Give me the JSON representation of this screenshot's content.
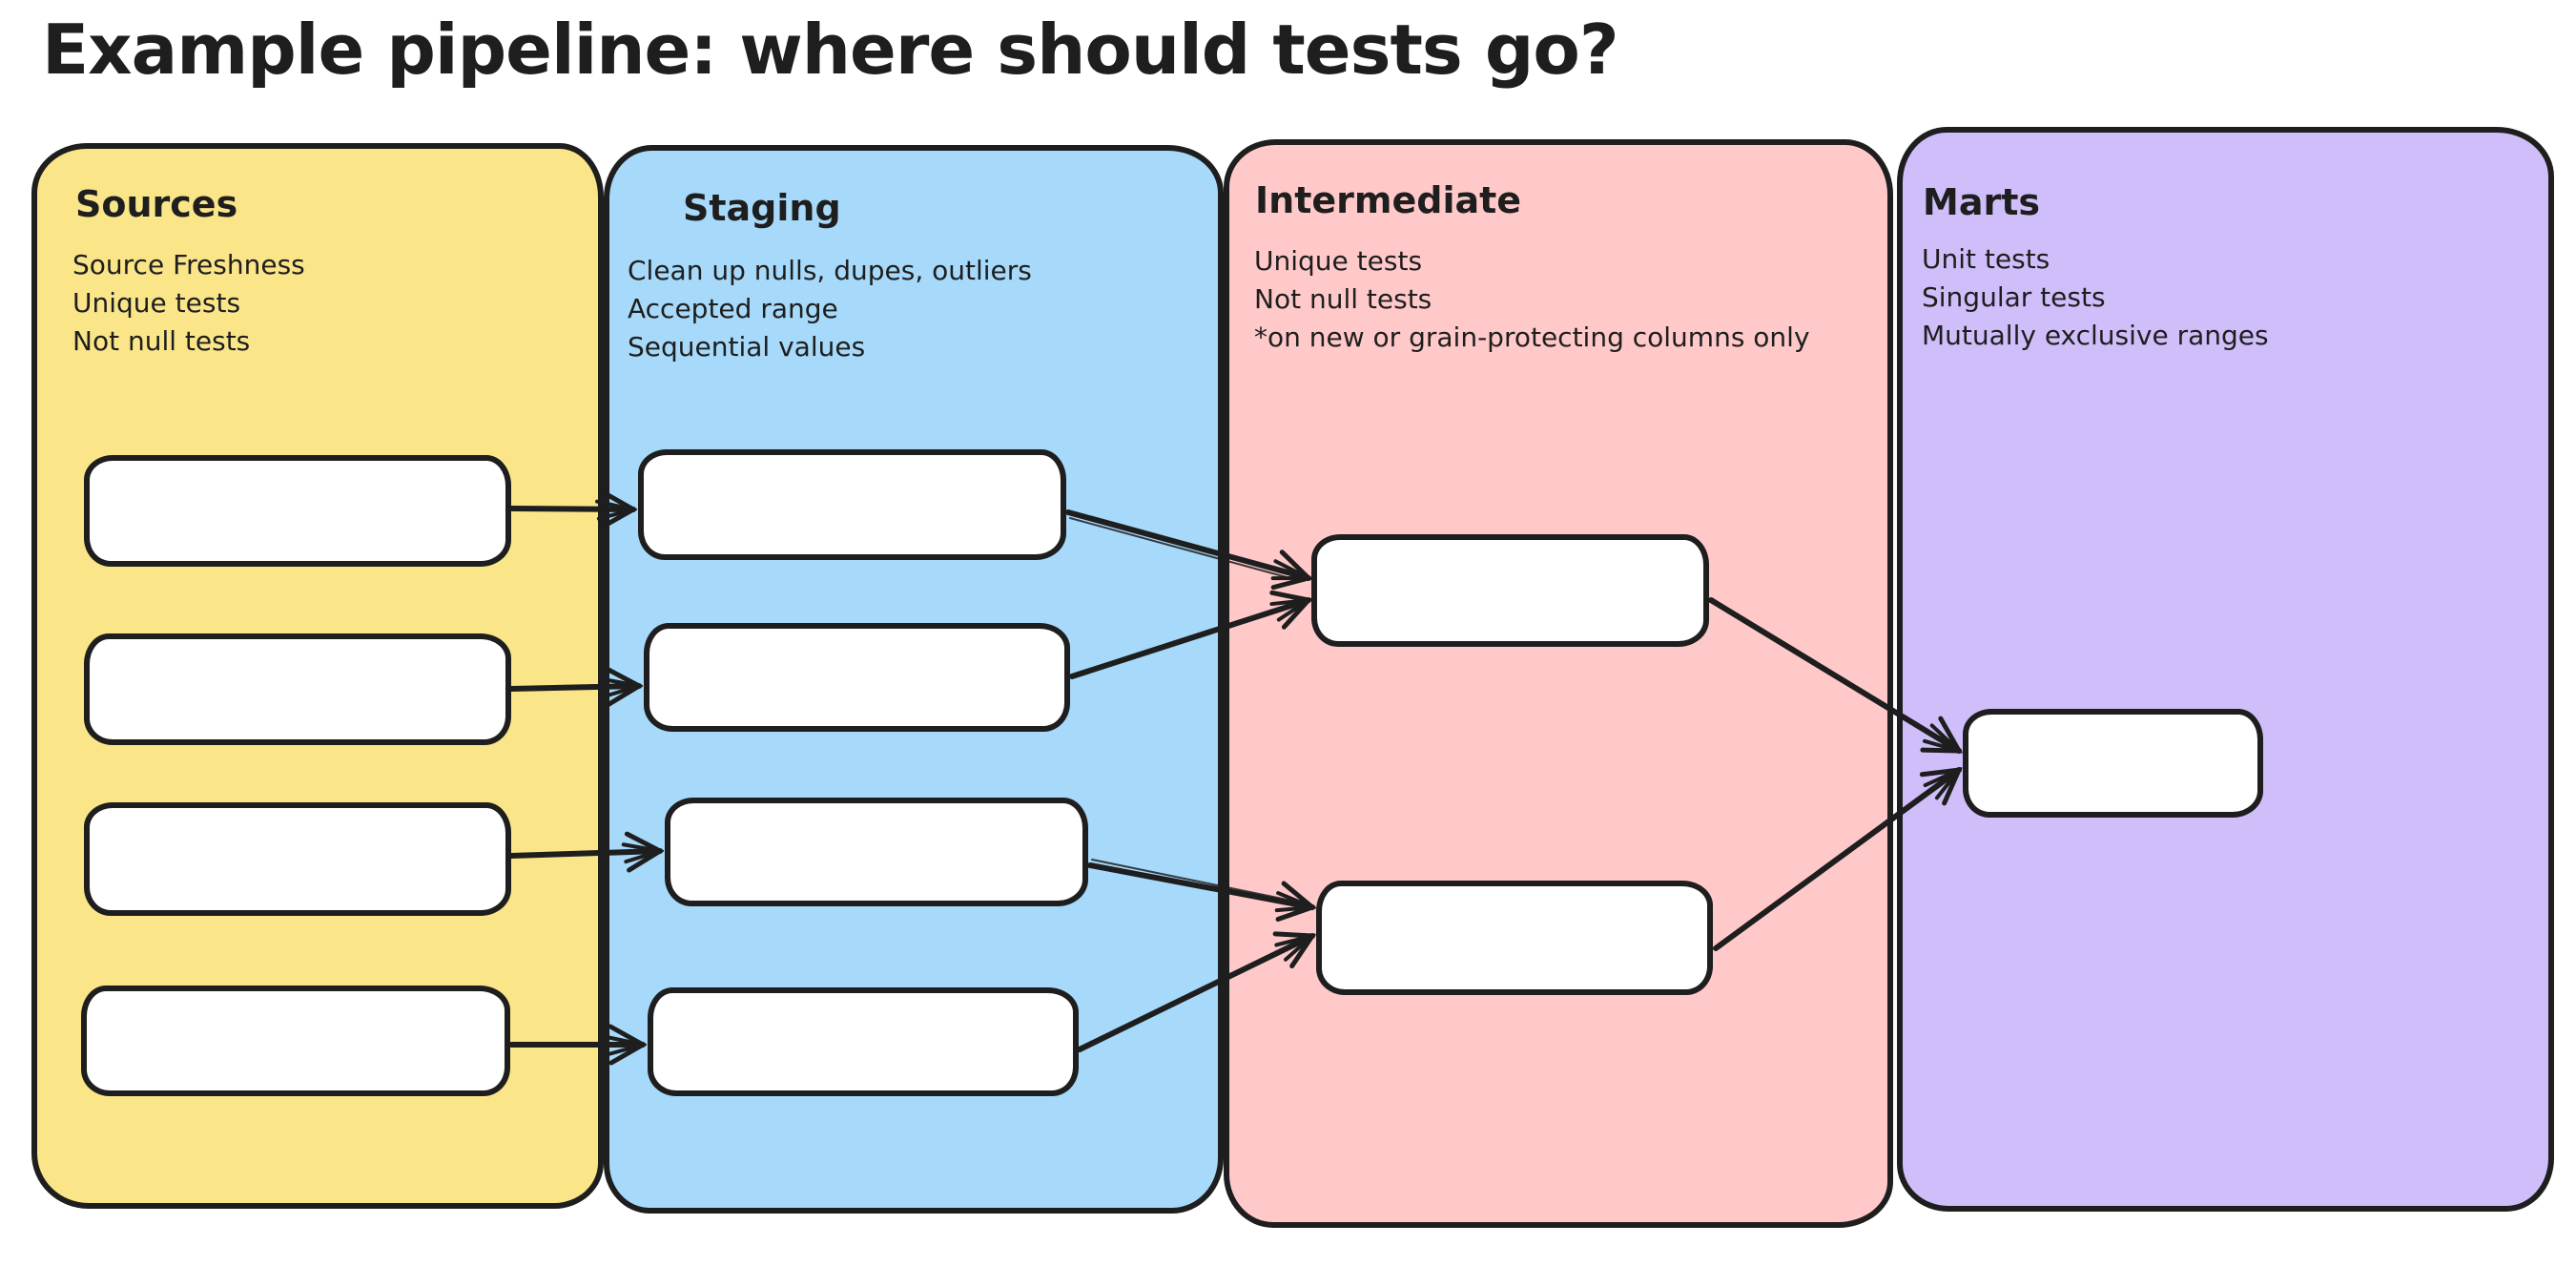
{
  "page": {
    "title": "Example pipeline: where should tests go?",
    "background_color": "#ffffff",
    "ink_color": "#1e1e1e"
  },
  "columns": [
    {
      "id": "sources",
      "title": "Sources",
      "color": "#FAE588",
      "notes": [
        "Source Freshness",
        "Unique tests",
        "Not null tests"
      ],
      "box_count": 4
    },
    {
      "id": "staging",
      "title": "Staging",
      "color": "#A6D9FA",
      "notes": [
        "Clean up nulls, dupes, outliers",
        "Accepted range",
        "Sequential values"
      ],
      "box_count": 4
    },
    {
      "id": "intermediate",
      "title": "Intermediate",
      "color": "#FFC9C9",
      "notes": [
        "Unique tests",
        "Not null tests",
        "*on new or grain-protecting columns only"
      ],
      "box_count": 2
    },
    {
      "id": "marts",
      "title": "Marts",
      "color": "#CFBEF9",
      "notes": [
        "Unit tests",
        "Singular tests",
        "Mutually exclusive ranges"
      ],
      "box_count": 1
    }
  ],
  "edges": [
    {
      "from": "sources-box-1",
      "to": "staging-box-1"
    },
    {
      "from": "sources-box-2",
      "to": "staging-box-2"
    },
    {
      "from": "sources-box-3",
      "to": "staging-box-3"
    },
    {
      "from": "sources-box-4",
      "to": "staging-box-4"
    },
    {
      "from": "staging-box-1",
      "to": "intermediate-box-1"
    },
    {
      "from": "staging-box-2",
      "to": "intermediate-box-1"
    },
    {
      "from": "staging-box-3",
      "to": "intermediate-box-2"
    },
    {
      "from": "staging-box-4",
      "to": "intermediate-box-2"
    },
    {
      "from": "intermediate-box-1",
      "to": "marts-box-1"
    },
    {
      "from": "intermediate-box-2",
      "to": "marts-box-1"
    }
  ]
}
